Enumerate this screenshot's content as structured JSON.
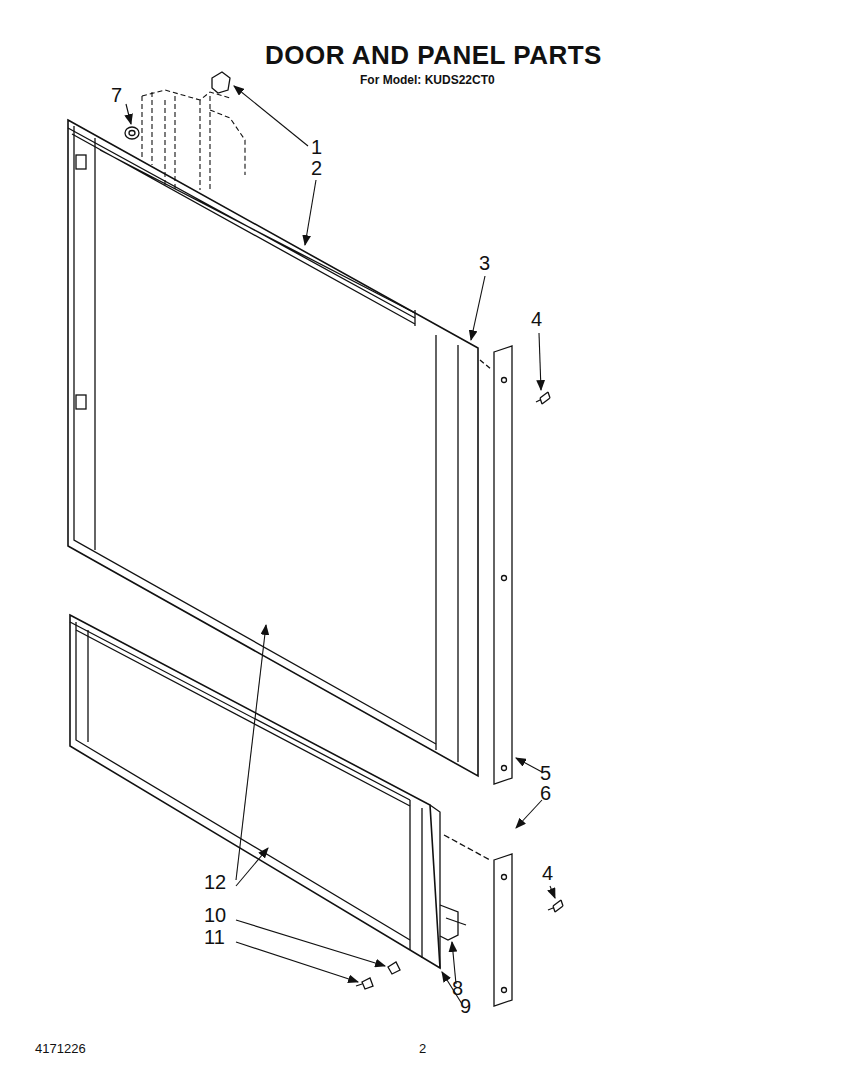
{
  "diagram": {
    "title": "DOOR AND PANEL PARTS",
    "labels": [
      "For Model: KUDS22CT0",
      "7",
      "1",
      "2",
      "3",
      "4",
      "5",
      "6",
      "4",
      "12",
      "10",
      "11",
      "8",
      "9",
      "4171226",
      "2"
    ]
  }
}
